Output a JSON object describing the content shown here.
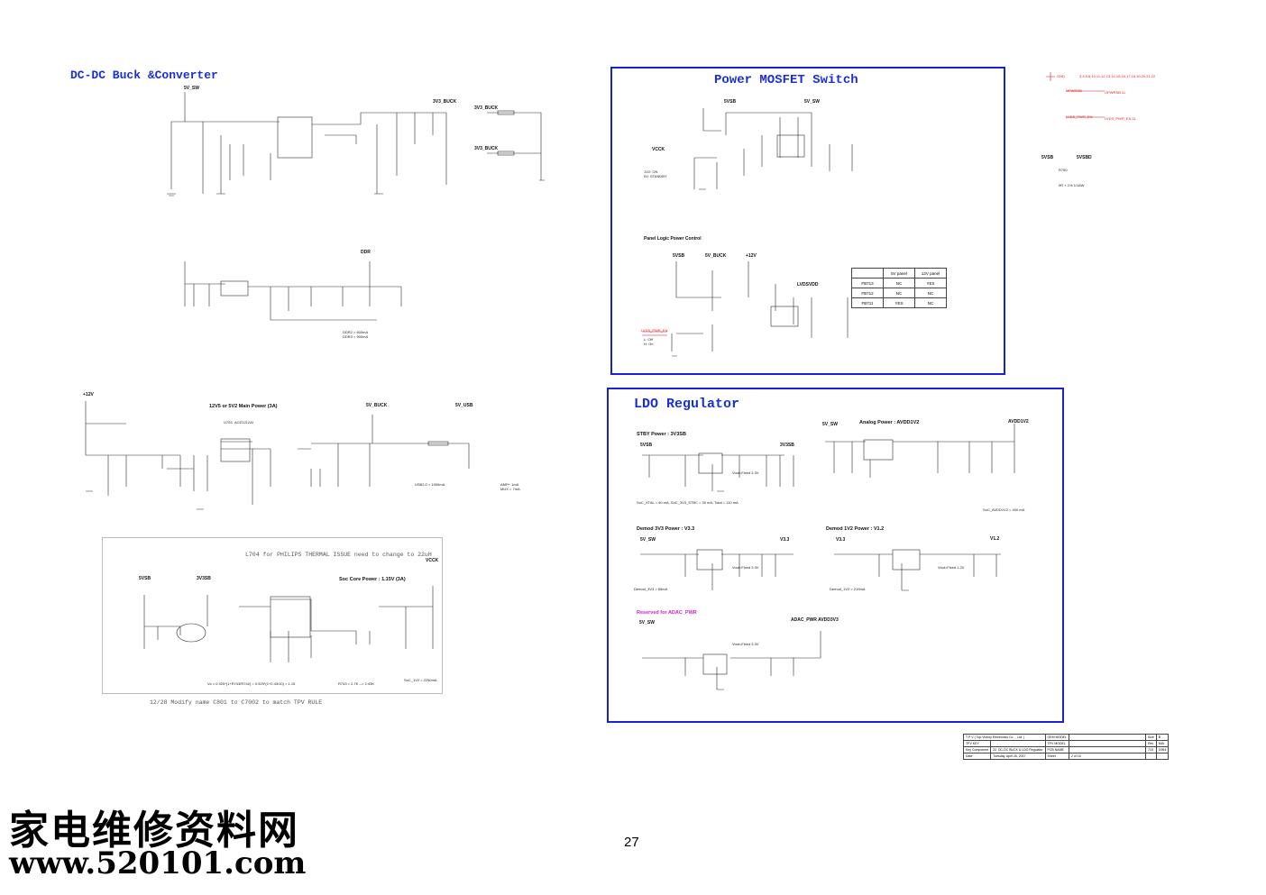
{
  "sections": {
    "dcdc": {
      "title": "DC-DC Buck &Converter"
    },
    "mosfet": {
      "title": "Power MOSFET Switch",
      "panel_logic": "Panel Logic Power Control"
    },
    "ldo": {
      "title": "LDO Regulator"
    }
  },
  "dcdc_labels": {
    "n5v_sw": "5V_SW",
    "buck3v3": "3V3_BUCK",
    "p3v3a": "3V3_BUCK",
    "p3v3b": "3V3_BUCK",
    "ddr": "DDR",
    "ddr_note1": "DDR2 = 600mA",
    "ddr_note2": "DDR3 = 900mA",
    "main_title": "12V5 or 5V2 Main Power (3A)",
    "p12v": "+12V",
    "p5v_buck": "5V_BUCK",
    "p5v_usb": "5V_USB",
    "usb_note": "USB2.0 = 1000mA",
    "amp_note": "AMP+ 1mA",
    "mux_note": "MUX = 7mA",
    "u703": "U703",
    "u703_part": "AOZ1212AI"
  },
  "core": {
    "note_top": "L704 for PHILIPS THERMAL ISSUE need to change to 22uH",
    "title": "Soc Core Power : 1.15V (3A)",
    "n5vsb": "5VSB",
    "n3v3sb": "3V3SB",
    "vcck": "VCCK",
    "formula1": "Vo = 0.925*(1+R743/R742) = 0.925*(1+2.43/10) = 1.15",
    "formula2": "R743 = 2.7K --> 2.43K",
    "soc_note": "SoC_1V2 = 2250mA",
    "modify_note": "12/28 Modify name C801 to C7002 to match TPV RULE"
  },
  "mosfet": {
    "n5vsb": "5VSB",
    "n5v_sw": "5V_SW",
    "vcck": "VCCK",
    "on_label": "1V2: ON",
    "standby_label": "0V: STANDBY",
    "pnl_9v": "5VSB",
    "pnl_5v": "5V_BUCK",
    "pnl_12v": "+12V",
    "lvdsvdd": "LVDSVDD",
    "lvds_pwr": "LVDS_PWR_EN",
    "l_off": "L: Off",
    "h_on": "H: On"
  },
  "panel_table": {
    "headers": [
      "",
      "5V panel",
      "12V panel"
    ],
    "rows": [
      [
        "FB713",
        "NC",
        "YES"
      ],
      [
        "FB712",
        "NC",
        "NC"
      ],
      [
        "FB711",
        "YES",
        "NC"
      ]
    ]
  },
  "right_top": {
    "gnd": "GND",
    "gnd_pages": "3,4,5,6,10,11,12,13,14,15,16,17,18,19,20,21,22",
    "opwrsb": "OPWRSB",
    "opwrsb_dest": "OPWRSB 11",
    "lvds_en": "LVDS_PWR_EN",
    "lvds_dest": "LVDS_PWR_EN 11",
    "n5vsb": "5VSB",
    "n5vsbd": "5VSBD",
    "r750": "R750",
    "r750_val": "0R +-1% 1/16W"
  },
  "ldo": {
    "stby_title": "STBY Power : 3V3SB",
    "n5vsb": "5VSB",
    "n3v3sb": "3V3SB",
    "stby_note": "SoC_XTAL = 40 mA,  SoC_3V3_STBC = 30 mA,  Total = 110 mA",
    "analog_title": "Analog Power : AVDD1V2",
    "n5v_sw": "5V_SW",
    "avdd1v2": "AVDD1V2",
    "avdd_note": "SoC_AVDD1V2 = 400 mA",
    "demod33_title": "Demod 3V3 Power : V3.3",
    "d33_in": "5V_SW",
    "d33_out": "V3.3",
    "d33_note": "Demod_3V3 = 65mA",
    "demod12_title": "Demod 1V2 Power : V1.2",
    "d12_in": "V3.3",
    "d12_out": "V1.2",
    "d12_note": "Demod_1V2 = 210mA",
    "reserved_title": "Reserved for ADAC_PWR",
    "res_in": "5V_SW",
    "res_out": "ADAC_PWR  AVDD3V3",
    "vout33": "Vout=Fixed 3.3V",
    "vout12": "Vout=Fixed 1.2V"
  },
  "title_block": {
    "company": "T P V  ( Top  Victory  Electronics  Co . , Ltd. )",
    "oem_model": "OEM MODEL",
    "tpv_model": "TPV MODEL",
    "pcb_name": "PCB NAME",
    "sheet_title": "22. DC-DC BUCK & LDO Regulator",
    "date": "Tuesday, April 26, 2017",
    "size": "B",
    "rev": "Rev",
    "rev_val": "MIA",
    "sheet": "Sheet",
    "sheet_num": "2",
    "of": "of",
    "total": "16",
    "tv": "715",
    "ver": "G954",
    "date_lbl": "Date",
    "key_comp": "Key Component",
    "tpv_key": "TPV KEY"
  },
  "page_number": "27",
  "watermark": {
    "cn": "家电维修资料网",
    "url": "www.520101.com"
  },
  "colors": {
    "accent": "#1a1fd8",
    "wire": "#2b2b2b",
    "net": "#c8102e"
  }
}
